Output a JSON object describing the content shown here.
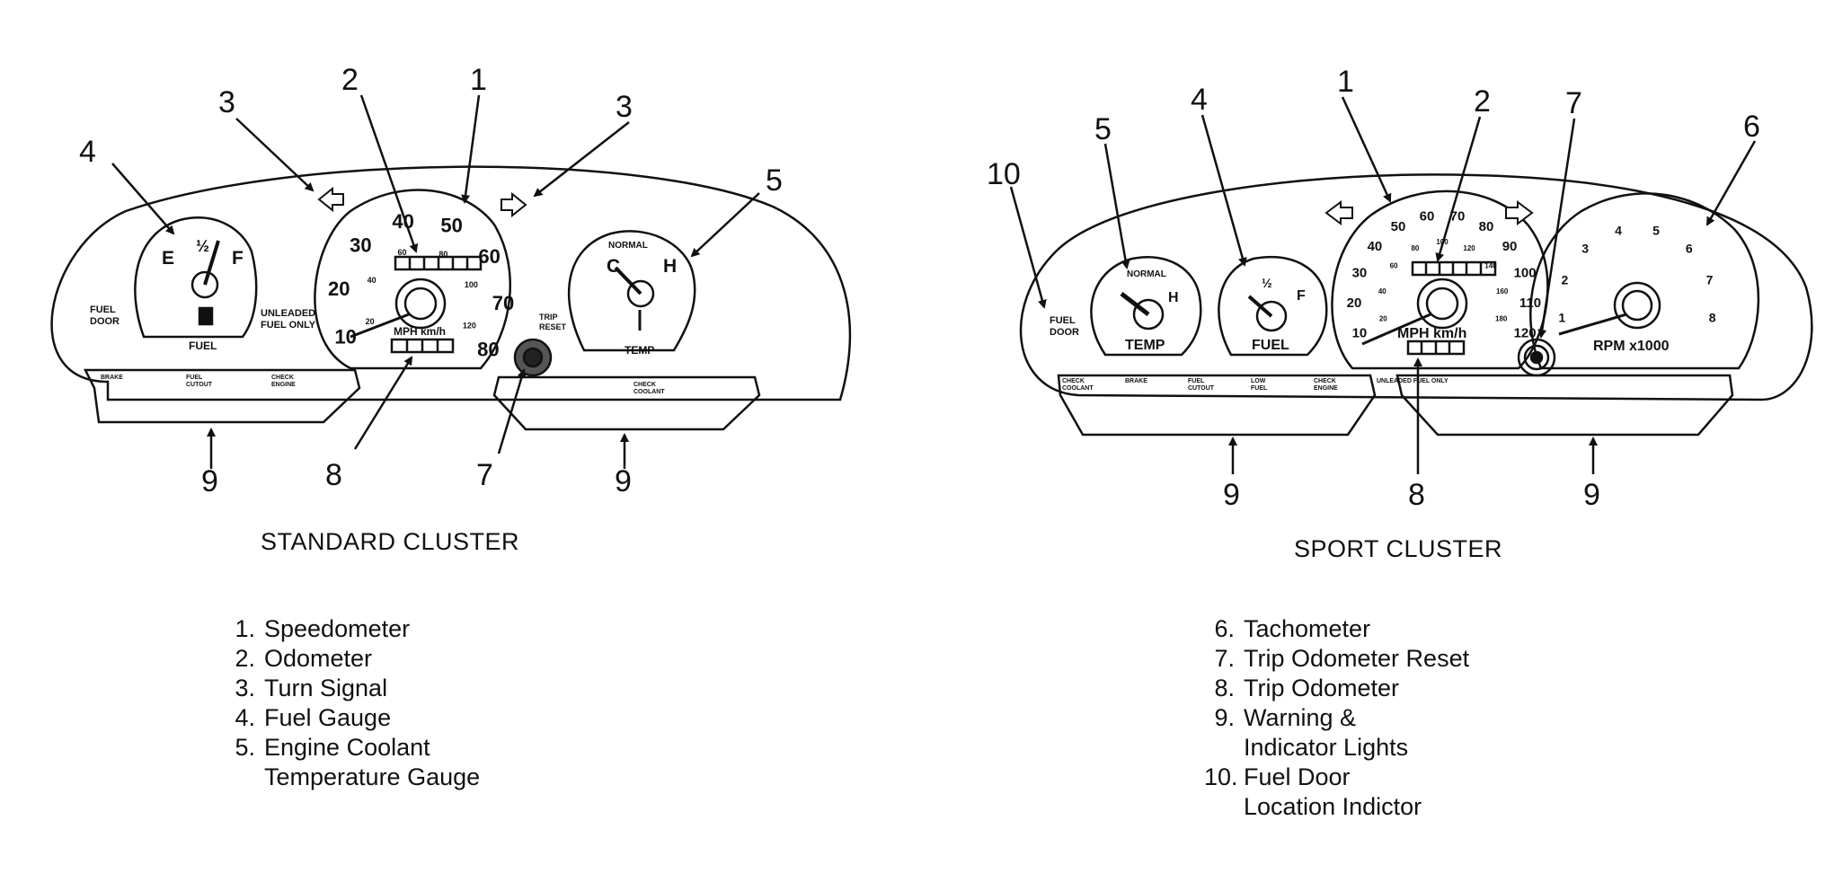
{
  "standard": {
    "caption": "STANDARD CLUSTER",
    "callouts": {
      "c1": "1",
      "c2": "2",
      "c3a": "3",
      "c3b": "3",
      "c4": "4",
      "c5": "5",
      "c7": "7",
      "c8": "8",
      "c9a": "9",
      "c9b": "9"
    },
    "fuel_gauge": {
      "e": "E",
      "half": "½",
      "f": "F",
      "label": "FUEL"
    },
    "speedo_ticks": [
      "10",
      "20",
      "30",
      "40",
      "50",
      "60",
      "70",
      "80"
    ],
    "speedo_kmh_ticks": [
      "20",
      "40",
      "60",
      "80",
      "100",
      "120"
    ],
    "speedo_unit": "MPH km/h",
    "temp_gauge": {
      "c": "C",
      "h": "H",
      "normal": "NORMAL",
      "label": "TEMP"
    },
    "fuel_door": "FUEL\nDOOR",
    "unleaded": "UNLEADED\nFUEL ONLY",
    "trip_reset": "TRIP\nRESET",
    "warning_left": [
      "BRAKE",
      "FUEL\nCUTOUT",
      "CHECK\nENGINE"
    ],
    "warning_right": [
      "CHECK\nCOOLANT"
    ]
  },
  "sport": {
    "caption": "SPORT CLUSTER",
    "callouts": {
      "c1": "1",
      "c2": "2",
      "c4": "4",
      "c5": "5",
      "c6": "6",
      "c7": "7",
      "c8": "8",
      "c9a": "9",
      "c9b": "9",
      "c10": "10"
    },
    "temp_gauge": {
      "normal": "NORMAL",
      "h": "H",
      "label": "TEMP"
    },
    "fuel_gauge": {
      "half": "½",
      "f": "F",
      "label": "FUEL"
    },
    "speedo_ticks": [
      "10",
      "20",
      "30",
      "40",
      "50",
      "60",
      "70",
      "80",
      "90",
      "100",
      "110",
      "120"
    ],
    "speedo_kmh_ticks": [
      "20",
      "40",
      "60",
      "80",
      "100",
      "120",
      "140",
      "160",
      "180"
    ],
    "speedo_unit": "MPH km/h",
    "tach_ticks": [
      "1",
      "2",
      "3",
      "4",
      "5",
      "6",
      "7",
      "8"
    ],
    "tach_unit": "RPM x1000",
    "fuel_door": "FUEL\nDOOR",
    "warning_row": [
      "CHECK\nCOOLANT",
      "BRAKE",
      "FUEL\nCUTOUT",
      "LOW\nFUEL",
      "CHECK\nENGINE",
      "UNLEADED FUEL ONLY"
    ]
  },
  "legend_left": [
    {
      "n": "1.",
      "text": "Speedometer"
    },
    {
      "n": "2.",
      "text": "Odometer"
    },
    {
      "n": "3.",
      "text": "Turn Signal"
    },
    {
      "n": "4.",
      "text": "Fuel Gauge"
    },
    {
      "n": "5.",
      "text": "Engine Coolant\nTemperature Gauge"
    }
  ],
  "legend_right": [
    {
      "n": "6.",
      "text": "Tachometer"
    },
    {
      "n": "7.",
      "text": "Trip Odometer Reset"
    },
    {
      "n": "8.",
      "text": "Trip Odometer"
    },
    {
      "n": "9.",
      "text": "Warning &\nIndicator Lights"
    },
    {
      "n": "10.",
      "text": "Fuel Door\nLocation Indictor"
    }
  ]
}
